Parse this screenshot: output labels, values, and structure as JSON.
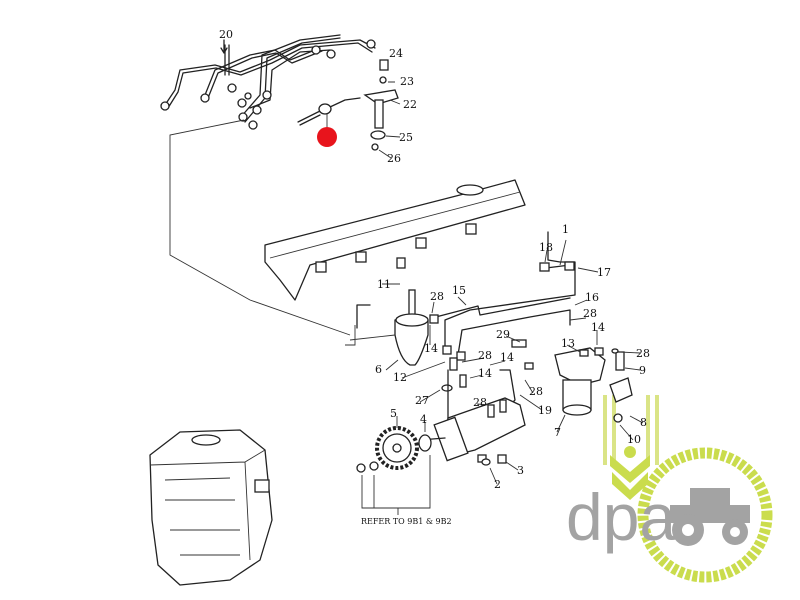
{
  "diagram": {
    "callouts": [
      "20",
      "24",
      "23",
      "22",
      "25",
      "26",
      "1",
      "18",
      "17",
      "11",
      "15",
      "28",
      "16",
      "28",
      "14",
      "29",
      "13",
      "14",
      "28",
      "28",
      "14",
      "6",
      "9",
      "14",
      "12",
      "28",
      "27",
      "28",
      "19",
      "8",
      "5",
      "4",
      "7",
      "10",
      "3",
      "2"
    ],
    "note": "REFER TO 9B1 & 9B2",
    "highlight_color": "#e8141c"
  },
  "logo": {
    "text": "dpa",
    "gray": "#9a9a9a",
    "green": "#c5d93a"
  }
}
